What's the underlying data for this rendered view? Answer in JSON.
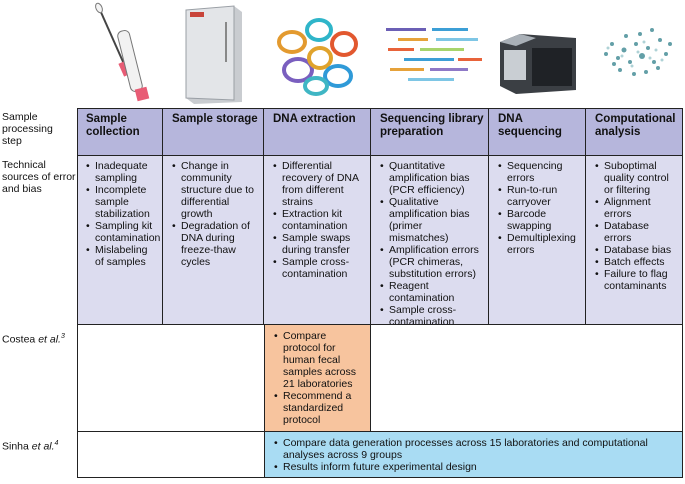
{
  "row_labels": {
    "step": "Sample processing step",
    "sources": "Technical sources of error and bias",
    "costea": "Costea",
    "costea_etal": "et al.",
    "costea_ref": "3",
    "sinha": "Sinha",
    "sinha_etal": "et al.",
    "sinha_ref": "4"
  },
  "columns": [
    {
      "header": "Sample collection",
      "items": [
        "Inadequate sampling",
        "Incomplete sample stabilization",
        "Sampling kit contamination",
        "Mislabeling of samples"
      ]
    },
    {
      "header": "Sample storage",
      "items": [
        "Change in community structure due to differential growth",
        "Degradation of DNA during freeze-thaw cycles"
      ]
    },
    {
      "header": "DNA extraction",
      "items": [
        "Differential recovery of DNA from different strains",
        "Extraction kit contamination",
        "Sample swaps during transfer",
        "Sample cross-contamination"
      ]
    },
    {
      "header": "Sequencing library preparation",
      "items": [
        "Quantitative amplification bias (PCR efficiency)",
        "Qualitative amplification bias (primer mismatches)",
        "Amplification errors (PCR chimeras, substitution errors)",
        "Reagent contamination",
        "Sample cross-contamination"
      ]
    },
    {
      "header": "DNA sequencing",
      "items": [
        "Sequencing errors",
        "Run-to-run carryover",
        "Barcode swapping",
        "Demultiplexing errors"
      ]
    },
    {
      "header": "Computational analysis",
      "items": [
        "Suboptimal quality control or filtering",
        "Alignment errors",
        "Database errors",
        "Database bias",
        "Batch effects",
        "Failure to flag contaminants"
      ]
    }
  ],
  "costea_box": {
    "items": [
      "Compare protocol for human fecal samples across 21 laboratories",
      "Recommend a standardized protocol"
    ],
    "color": "#f7c49e"
  },
  "sinha_box": {
    "items": [
      "Compare data generation processes across 15 laboratories and computational analyses across 9 groups",
      "Results inform future experimental design"
    ],
    "color": "#a9dcf3"
  },
  "icons": [
    "swab-tube-icon",
    "freezer-icon",
    "dna-plasmid-rings-icon",
    "sequencing-library-fragments-icon",
    "sequencer-machine-icon",
    "scatter-plot-icon"
  ]
}
